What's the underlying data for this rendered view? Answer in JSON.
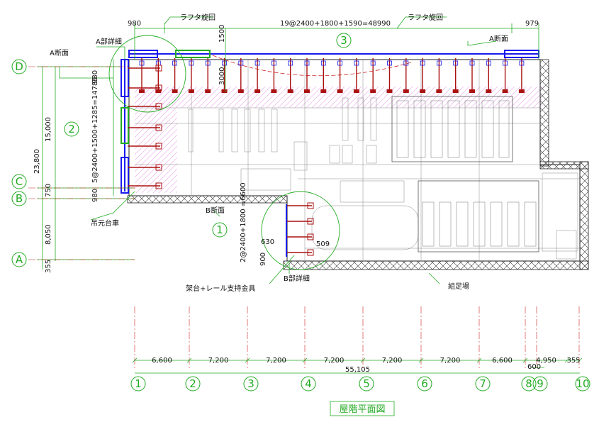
{
  "title": "屋階平面図",
  "row_labels": [
    "D",
    "C",
    "B",
    "A"
  ],
  "col_labels": [
    "1",
    "2",
    "3",
    "4",
    "5",
    "6",
    "7",
    "8",
    "9",
    "10"
  ],
  "zone_labels": [
    "1",
    "2",
    "3"
  ],
  "top_dims": {
    "left": "980",
    "middle": "19@2400+1800+1590=48990",
    "right": "979"
  },
  "bottom_dims": [
    "6,600",
    "7,200",
    "7,200",
    "7,200",
    "7,200",
    "7,200",
    "6,600",
    "4,950",
    "355"
  ],
  "bottom_total": "55,105",
  "bottom_600": "600",
  "left_dims": {
    "d_to_c": "15,000",
    "total": "23,800",
    "c_to_b": "750",
    "b_to_a": "8,050",
    "below_a": "355"
  },
  "inner_dims": {
    "d_980": "980",
    "span_v": "5@2400+1500+1285=14785",
    "b_980": "980",
    "d1500": "1500",
    "d3000": "3000",
    "b_span": "2@2400+1800 =6600",
    "d630": "630",
    "d509": "509",
    "d900": "900"
  },
  "labels": {
    "rafter_top_left": "ラフタ旋回",
    "rafter_top_right": "ラフタ旋回",
    "a_detail": "A部詳細",
    "a_section_left": "A断面",
    "a_section_right": "A断面",
    "b_section": "B断面",
    "crane_truck": "吊元台車",
    "b_detail": "B部詳細",
    "rail_support": "架台+レール支持金具",
    "scaffold": "組足場"
  }
}
